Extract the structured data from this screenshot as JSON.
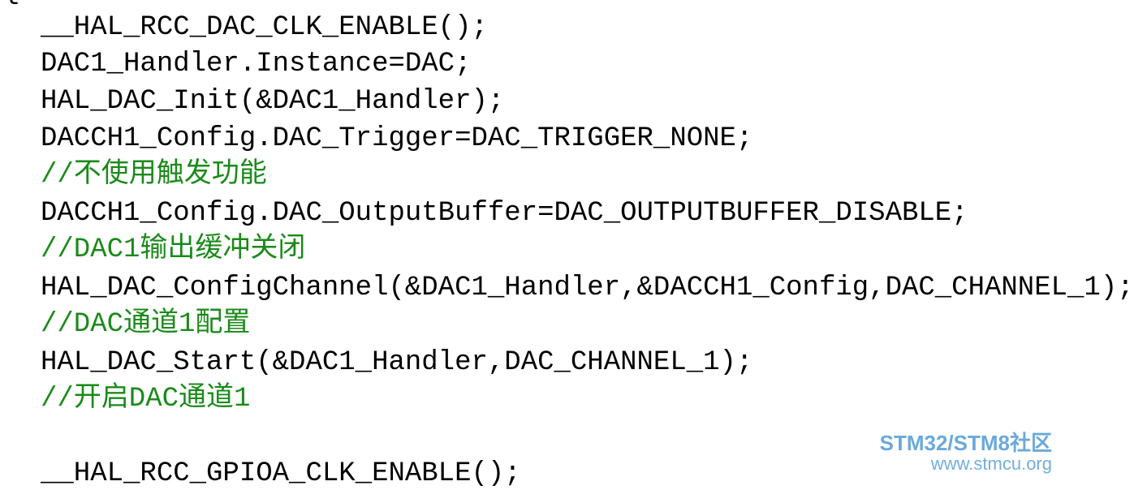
{
  "editor": {
    "top_fragment": "{",
    "lines": [
      {
        "text": "__HAL_RCC_DAC_CLK_ENABLE();",
        "kind": "code"
      },
      {
        "text": "DAC1_Handler.Instance=DAC;",
        "kind": "code"
      },
      {
        "text": "HAL_DAC_Init(&DAC1_Handler);",
        "kind": "code"
      },
      {
        "text": "DACCH1_Config.DAC_Trigger=DAC_TRIGGER_NONE;",
        "kind": "code"
      },
      {
        "text": "//不使用触发功能",
        "kind": "comment"
      },
      {
        "text": "DACCH1_Config.DAC_OutputBuffer=DAC_OUTPUTBUFFER_DISABLE;",
        "kind": "code"
      },
      {
        "text": "//DAC1输出缓冲关闭",
        "kind": "comment"
      },
      {
        "text": "HAL_DAC_ConfigChannel(&DAC1_Handler,&DACCH1_Config,DAC_CHANNEL_1);",
        "kind": "code"
      },
      {
        "text": "//DAC通道1配置",
        "kind": "comment"
      },
      {
        "text": "HAL_DAC_Start(&DAC1_Handler,DAC_CHANNEL_1);",
        "kind": "code"
      },
      {
        "text": "//开启DAC通道1",
        "kind": "comment"
      },
      {
        "text": "",
        "kind": "code"
      },
      {
        "text": "__HAL_RCC_GPIOA_CLK_ENABLE();",
        "kind": "code"
      }
    ]
  },
  "watermark": {
    "brand": "STM32/STM8社区",
    "url": "www.stmcu.org"
  },
  "colors": {
    "code": "#000000",
    "comment": "#1a8a1a",
    "watermark": "#5aa0d8"
  }
}
